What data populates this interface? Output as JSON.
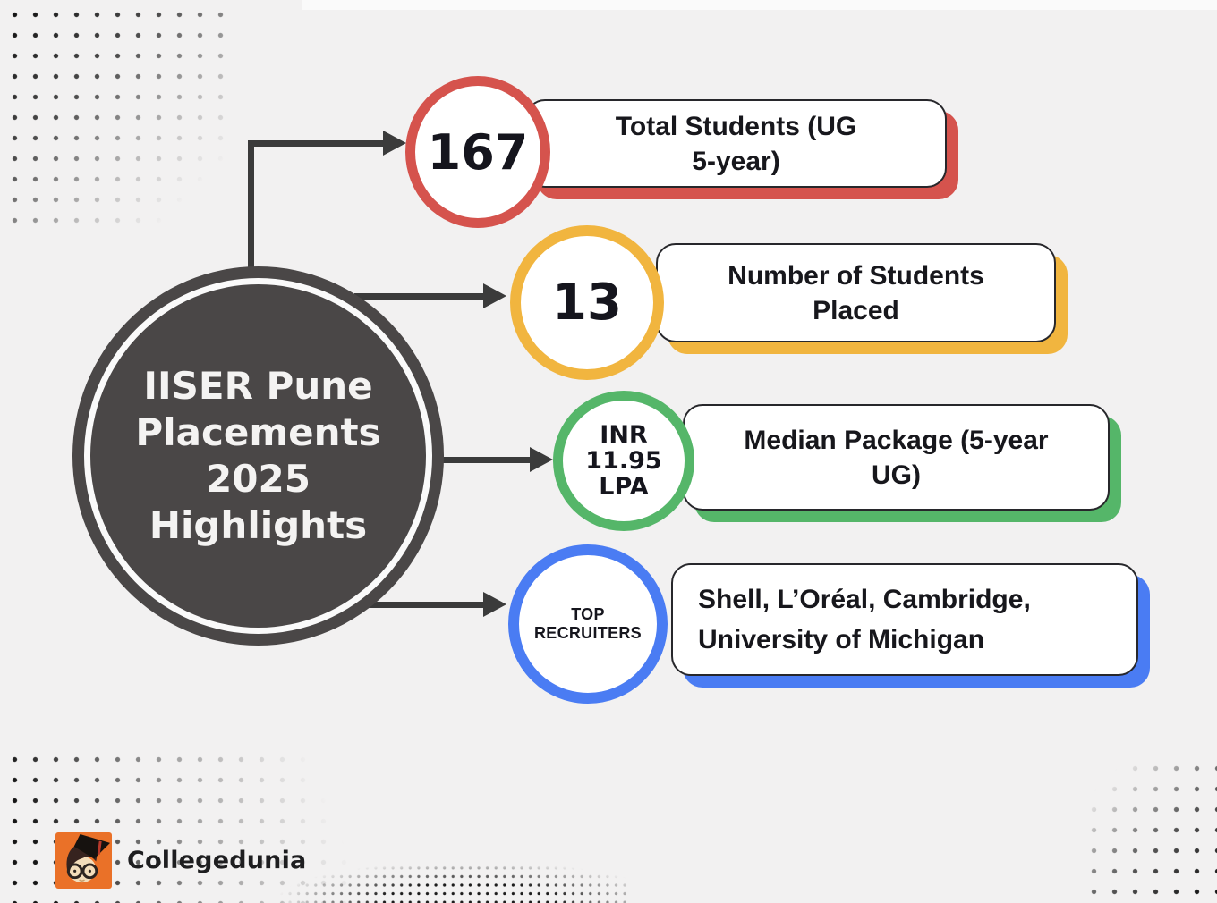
{
  "page": {
    "bg": "#f2f1f1"
  },
  "main_circle": {
    "title": "IISER Pune\nPlacements\n2025\nHighlights",
    "bg": "#4a4747"
  },
  "items": [
    {
      "name": "total-students",
      "circle_text": "167",
      "label": "Total Students (UG\n5-year)",
      "color": "#d5534d"
    },
    {
      "name": "students-placed",
      "circle_text": "13",
      "label": "Number of Students\nPlaced",
      "color": "#f1b53f"
    },
    {
      "name": "median-package",
      "circle_text": "INR\n11.95\nLPA",
      "label": "Median Package (5-year\nUG)",
      "color": "#55b669"
    },
    {
      "name": "top-recruiters",
      "circle_text": "TOP\nRECRUITERS",
      "label": "Shell, L’Oréal, Cambridge,\nUniversity of Michigan",
      "color": "#4a7cf3"
    }
  ],
  "footer": {
    "brand": "Collegedunia",
    "logo_bg": "#ea7128"
  }
}
